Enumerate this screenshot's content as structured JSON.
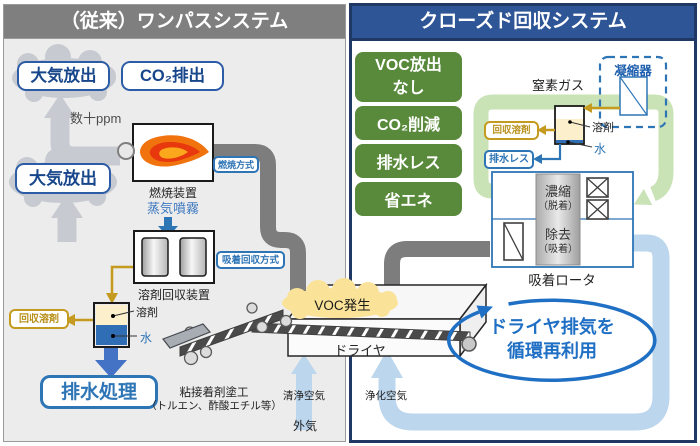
{
  "colors": {
    "left_header_bg": "#7F7F7F",
    "right_header_bg": "#2E5596",
    "navy_border": "#1F3864",
    "blue_accent": "#2E75B6",
    "gold_accent": "#C49A1F",
    "green_benefit": "#598A3C",
    "green_loop": "#C9E2B6",
    "light_blue_loop": "#BCD6EE",
    "pipe_gray": "#7D7D7D",
    "cloud_gray": "#C7CBD1",
    "voc_cloud_yellow": "#FAE398",
    "solvent_beige": "#FBF0CB",
    "water_blue": "#2F6EB5"
  },
  "left_panel": {
    "header": "（従来）ワンパスシステム",
    "atmosphere_release_top": "大気放出",
    "co2_emission": "CO₂排出",
    "atmosphere_release_mid": "大気放出",
    "ppm_note": "数十ppm",
    "combustion_device": "燃焼装置",
    "combustion_method": "燃焼方式",
    "steam_spray": "蒸気噴霧",
    "solvent_recovery_device": "溶剤回収装置",
    "adsorption_recovery_method": "吸着回収方式",
    "recovered_solvent": "回収溶剤",
    "solvent": "溶剤",
    "water": "水",
    "wastewater_treatment": "排水処理",
    "coating_process": "粘接着剤塗工",
    "coating_materials": "（トルエン、酢酸エチル等）",
    "clean_air": "清浄空気",
    "outside_air": "外気"
  },
  "center": {
    "voc_generation": "VOC発生",
    "dryer": "ドライヤ"
  },
  "right_panel": {
    "header": "クローズド回収システム",
    "benefits": [
      "VOC放出なし",
      "CO₂削減",
      "排水レス",
      "省エネ"
    ],
    "nitrogen_gas": "窒素ガス",
    "condenser": "凝縮器",
    "recovered_solvent": "回収溶剤",
    "drainless": "排水レス",
    "solvent": "溶剤",
    "water": "水",
    "rotor_concentration": "濃縮",
    "rotor_desorption": "（脱着）",
    "rotor_removal": "除去",
    "rotor_adsorption": "（吸着）",
    "adsorption_rotor": "吸着ロータ",
    "circulation_line1": "ドライヤ排気を",
    "circulation_line2": "循環再利用",
    "purified_air": "浄化空気"
  }
}
